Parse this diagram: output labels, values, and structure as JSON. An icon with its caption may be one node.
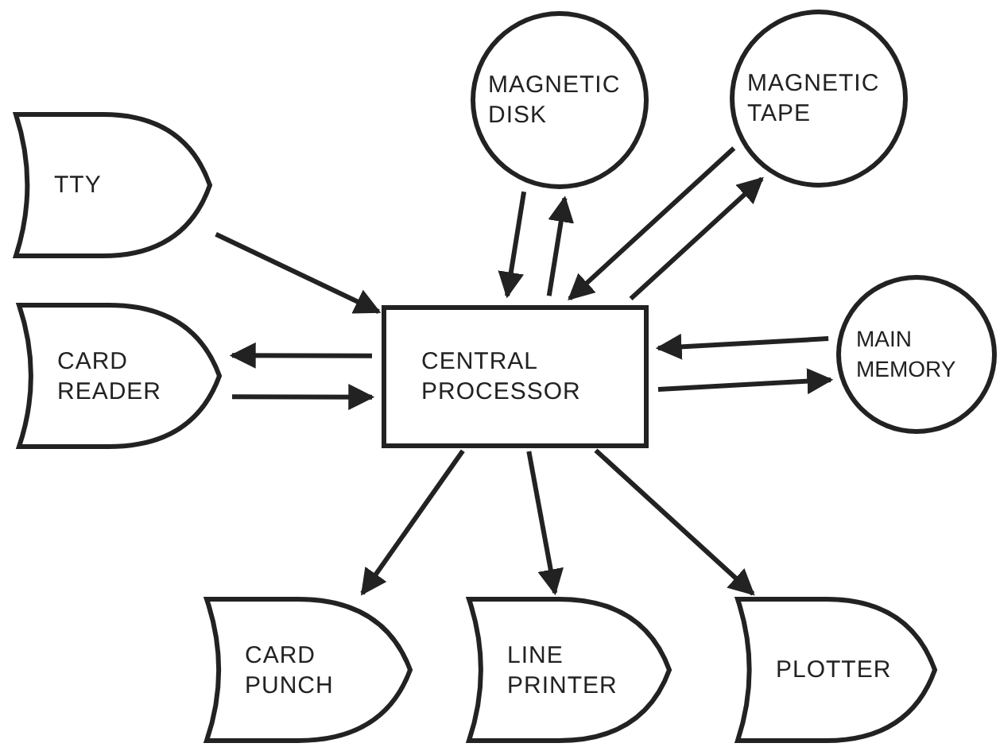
{
  "diagram": {
    "nodes": [
      {
        "text": [
          "MAGNETIC DISK"
        ]
      },
      {
        "text": [
          "MAGNETIC TAPE"
        ]
      },
      {
        "text": [
          "TTY"
        ]
      },
      {
        "text": [
          "CARD READER"
        ]
      },
      {
        "text": [
          "CENTRAL PROCESSOR"
        ]
      },
      {
        "text": [
          "MAIN MEMORY"
        ]
      },
      {
        "text": [
          "CARD PUNCH"
        ]
      },
      {
        "text": [
          "LINE PRINTER"
        ]
      },
      {
        "text": [
          "PLOTTER"
        ]
      }
    ],
    "edges": [
      {
        "from": 2,
        "to": 4,
        "arrow": "to"
      },
      {
        "from": 4,
        "to": 3,
        "arrow": "to"
      },
      {
        "from": 3,
        "to": 4,
        "arrow": "to"
      },
      {
        "from": 4,
        "to": 0,
        "arrow": "to"
      },
      {
        "from": 0,
        "to": 4,
        "arrow": "to"
      },
      {
        "from": 1,
        "to": 4,
        "arrow": "to"
      },
      {
        "from": 4,
        "to": 1,
        "arrow": "to"
      },
      {
        "from": 5,
        "to": 4,
        "arrow": "to"
      },
      {
        "from": 4,
        "to": 5,
        "arrow": "to"
      },
      {
        "from": 4,
        "to": 6,
        "arrow": "to"
      },
      {
        "from": 4,
        "to": 7,
        "arrow": "to"
      },
      {
        "from": 4,
        "to": 8,
        "arrow": "to"
      }
    ]
  }
}
